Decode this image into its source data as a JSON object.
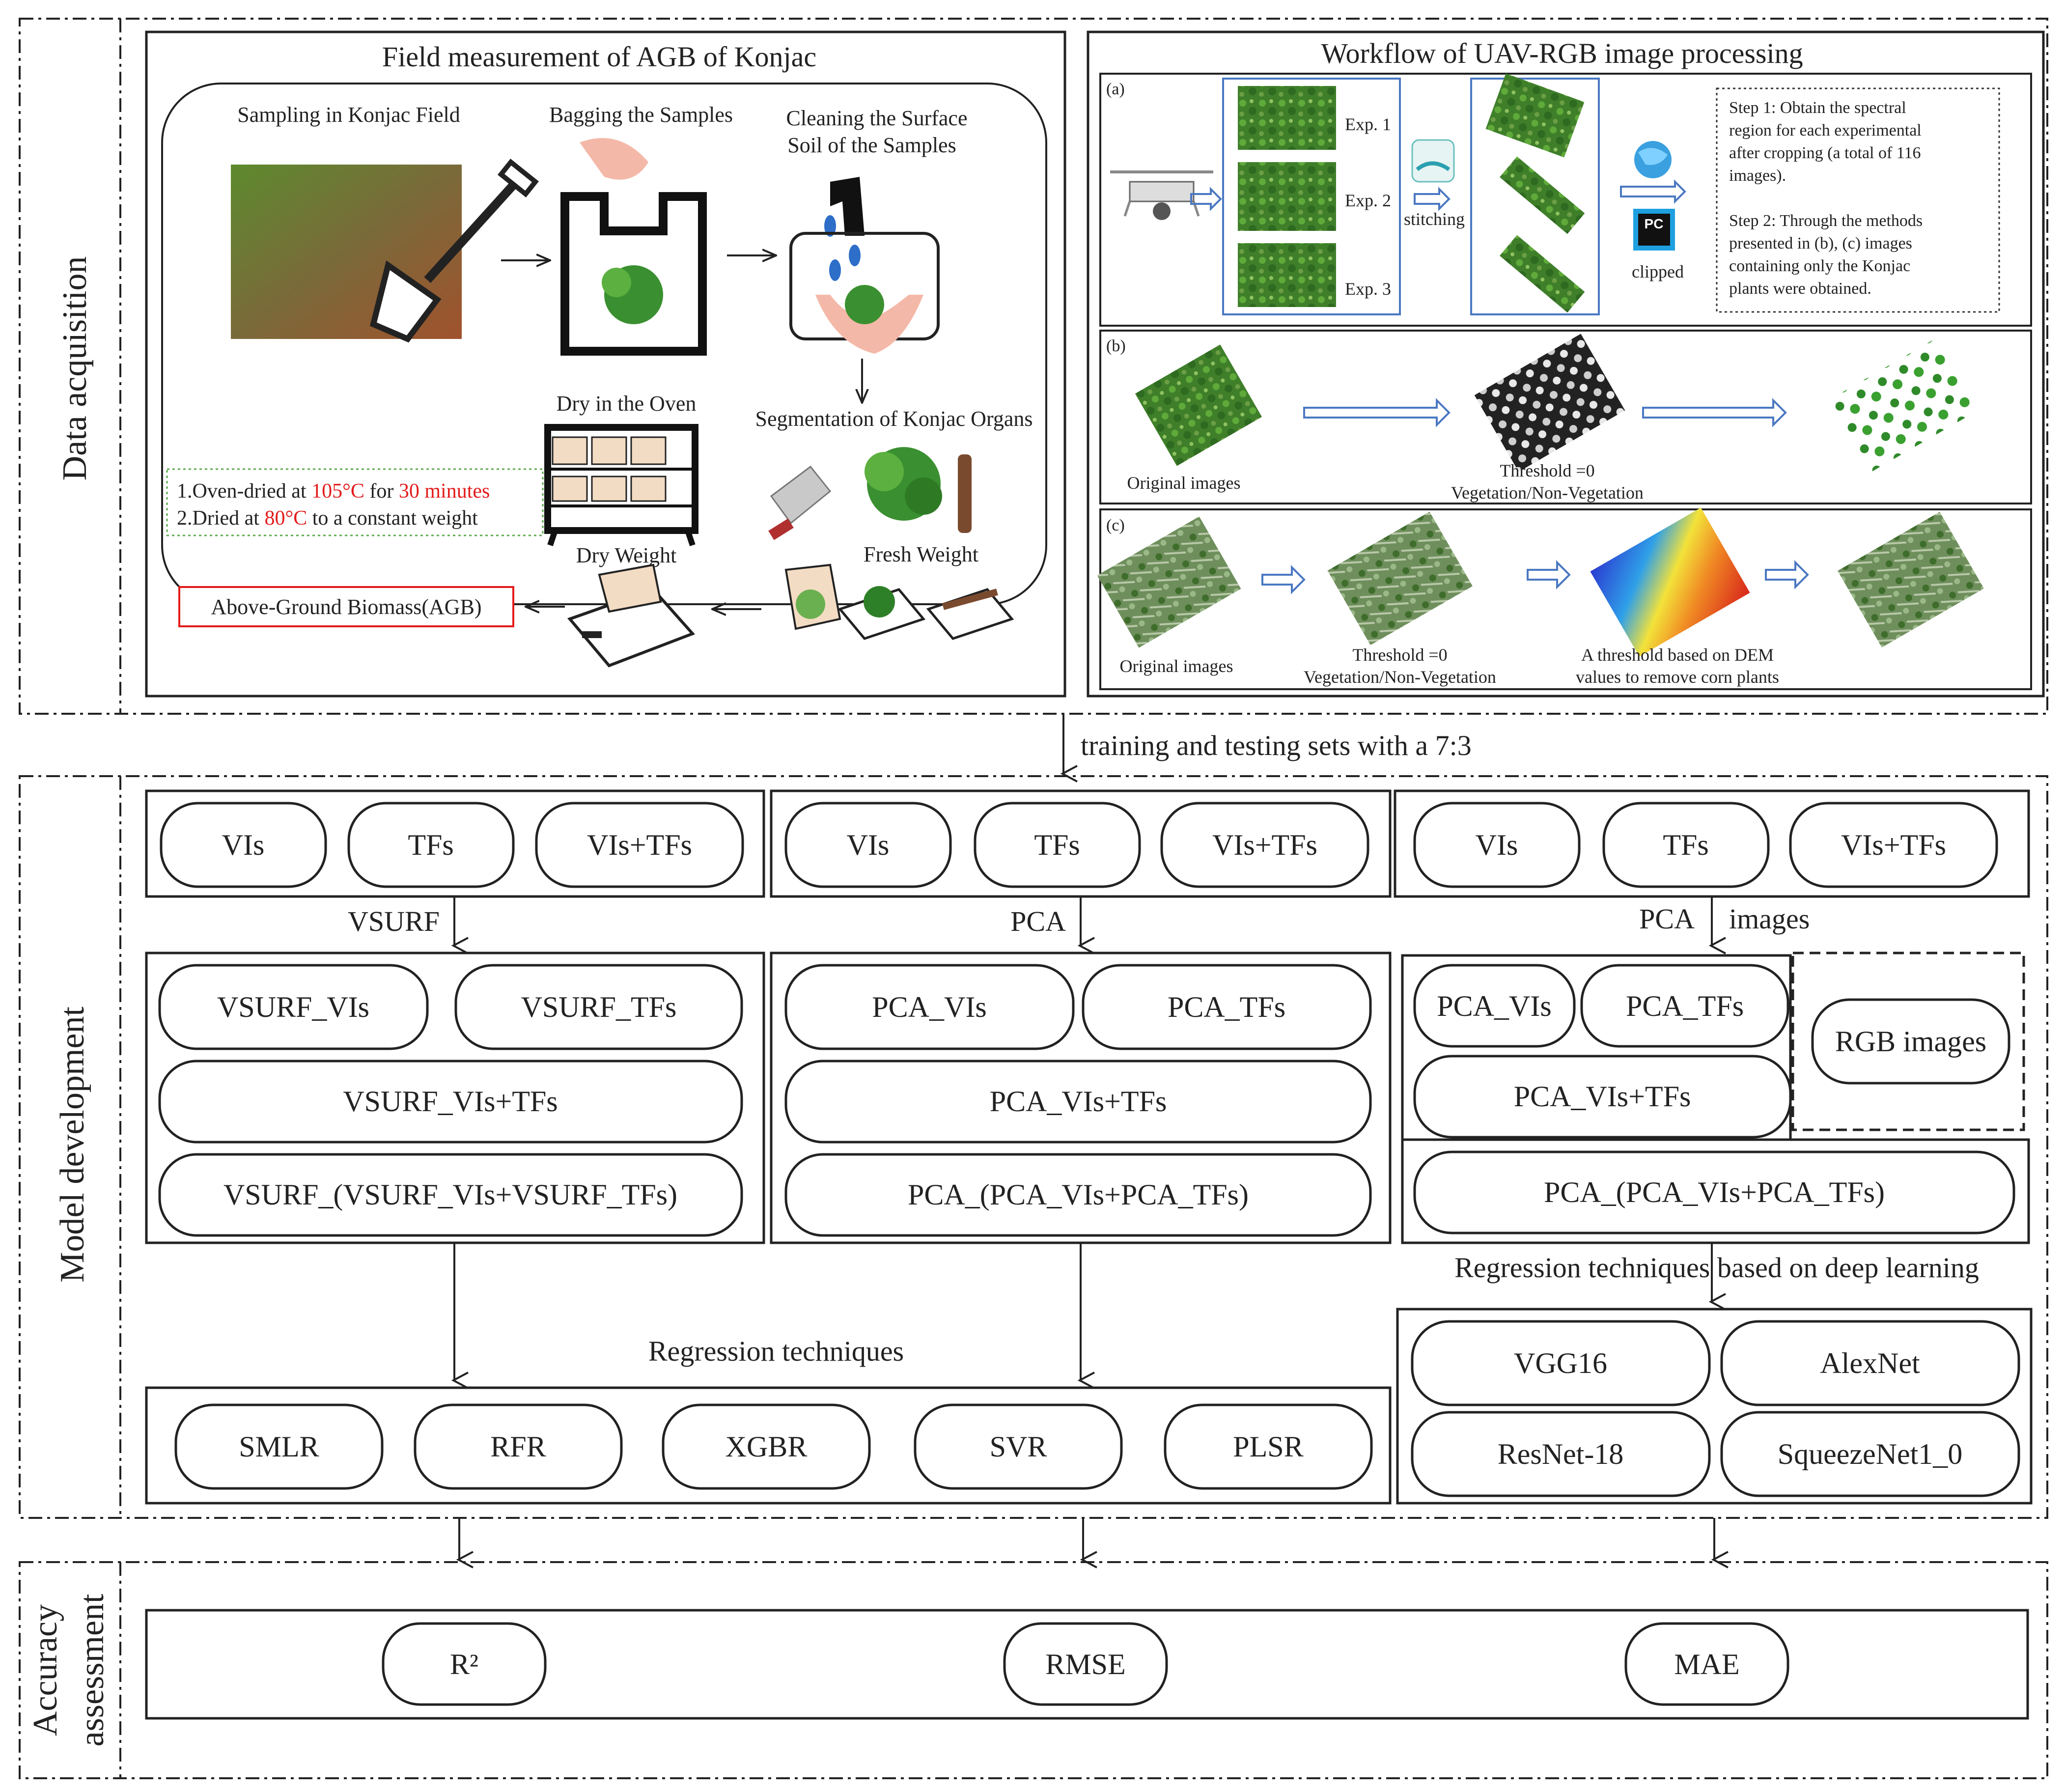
{
  "sections": {
    "data_acquisition": "Data acquisition",
    "model_development": "Model development",
    "accuracy_assessment": [
      "Accuracy",
      "assessment"
    ]
  },
  "field": {
    "title": "Field measurement of AGB of Konjac",
    "sampling": "Sampling in Konjac Field",
    "bagging": "Bagging the Samples",
    "cleaning": [
      "Cleaning the Surface",
      "Soil of the Samples"
    ],
    "segmentation": "Segmentation of Konjac Organs",
    "dry_oven": "Dry in the Oven",
    "fresh_weight": "Fresh Weight",
    "dry_weight": "Dry Weight",
    "oven_note_1": {
      "a": "1.Oven-dried at ",
      "b": "105°C",
      "c": " for ",
      "d": "30 minutes"
    },
    "oven_note_2": {
      "a": "2.Dried at ",
      "b": "80°C",
      "c": " to a constant weight"
    },
    "agb": "Above-Ground  Biomass(AGB)"
  },
  "workflow": {
    "title": "Workflow of UAV-RGB image processing",
    "panel_a": "(a)",
    "panel_b": "(b)",
    "panel_c": "(c)",
    "exp1": "Exp. 1",
    "exp2": "Exp. 2",
    "exp3": "Exp. 3",
    "stitching": "stitching",
    "clipped": "clipped",
    "pc_icon": "PC",
    "steps": [
      "Step 1: Obtain the spectral",
      "region for each experimental",
      "after cropping (a total of 116",
      "images).",
      "",
      "Step 2: Through the methods",
      "presented in (b), (c) images",
      "containing only the Konjac",
      "plants were obtained."
    ],
    "b_original": "Original images",
    "b_threshold": "Threshold =0",
    "b_veg": "Vegetation/Non-Vegetation",
    "c_original": "Original images",
    "c_threshold": "Threshold =0",
    "c_veg": "Vegetation/Non-Vegetation",
    "c_dem_1": "A threshold based on DEM",
    "c_dem_2": "values to remove corn plants"
  },
  "split_label": "training and testing sets with a 7:3",
  "columns": {
    "col1": {
      "inputs": [
        "VIs",
        "TFs",
        "VIs+TFs"
      ],
      "method": "VSURF",
      "features": [
        "VSURF_VIs",
        "VSURF_TFs",
        "VSURF_VIs+TFs",
        "VSURF_(VSURF_VIs+VSURF_TFs)"
      ]
    },
    "col2": {
      "inputs": [
        "VIs",
        "TFs",
        "VIs+TFs"
      ],
      "method": "PCA",
      "features": [
        "PCA_VIs",
        "PCA_TFs",
        "PCA_VIs+TFs",
        "PCA_(PCA_VIs+PCA_TFs)"
      ]
    },
    "col3": {
      "inputs": [
        "VIs",
        "TFs",
        "VIs+TFs"
      ],
      "method": "PCA",
      "method2": "images",
      "features": [
        "PCA_VIs",
        "PCA_TFs",
        "PCA_VIs+TFs",
        "PCA_(PCA_VIs+PCA_TFs)"
      ],
      "rgb": "RGB images"
    }
  },
  "regression": {
    "label": "Regression techniques",
    "items": [
      "SMLR",
      "RFR",
      "XGBR",
      "SVR",
      "PLSR"
    ]
  },
  "deep": {
    "label": "Regression techniques based on deep learning",
    "items": [
      "VGG16",
      "AlexNet",
      "ResNet-18",
      "SqueezeNet1_0"
    ]
  },
  "metrics": [
    "R²",
    "RMSE",
    "MAE"
  ]
}
